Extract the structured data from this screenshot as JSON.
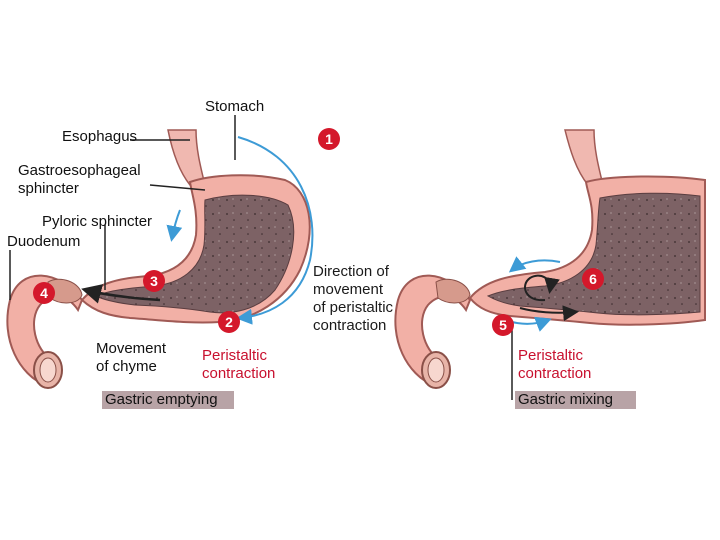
{
  "labels": {
    "stomach": "Stomach",
    "esophagus": "Esophagus",
    "ge_sphincter": [
      "Gastroesophageal",
      "sphincter"
    ],
    "pyloric": "Pyloric sphincter",
    "duodenum": "Duodenum",
    "movement_chyme": [
      "Movement",
      "of chyme"
    ],
    "peristaltic_left": [
      "Peristaltic",
      "contraction"
    ],
    "direction": [
      "Direction of",
      "movement",
      "of peristaltic",
      "contraction"
    ],
    "peristaltic_right": [
      "Peristaltic",
      "contraction"
    ]
  },
  "steps": [
    "1",
    "2",
    "3",
    "4",
    "5",
    "6"
  ],
  "captions": {
    "left": "Gastric emptying",
    "right": "Gastric mixing"
  },
  "colors": {
    "wall": "#e9a8a0",
    "lumen": "#7d6265",
    "arrow": "#3d9bd6",
    "badge": "#d4182b",
    "caption_bg": "#b8a3a6"
  }
}
